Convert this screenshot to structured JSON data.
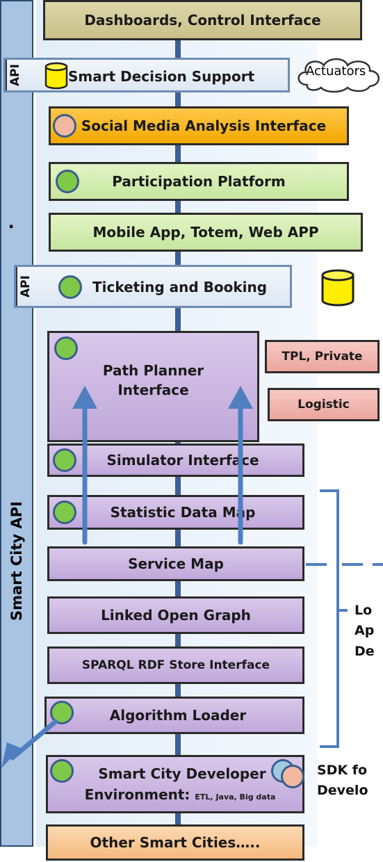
{
  "sidebar": {
    "title": "Smart City API",
    "marker": "."
  },
  "layers": [
    "Dashboards, Control Interface",
    "Smart Decision Support",
    "Social Media Analysis Interface",
    "Participation Platform",
    "Mobile App, Totem, Web APP",
    "Ticketing and Booking",
    "Path Planner",
    "Interface",
    "Simulator Interface",
    "Statistic Data Map",
    "Service Map",
    "Linked Open Graph",
    "SPARQL RDF Store Interface",
    "Algorithm Loader",
    "Smart City Developer",
    "Environment: ",
    "ETL, Java, Big data",
    "Other Smart Cities….."
  ],
  "api_labels": [
    "API",
    "API"
  ],
  "cloud_label": "Actuators",
  "side_boxes": [
    "TPL, Private",
    "Logistic"
  ],
  "notes": {
    "lo_lines": [
      "Lo",
      "Ap",
      "De"
    ],
    "sdk_lines": [
      "SDK fo",
      "Develo"
    ]
  }
}
